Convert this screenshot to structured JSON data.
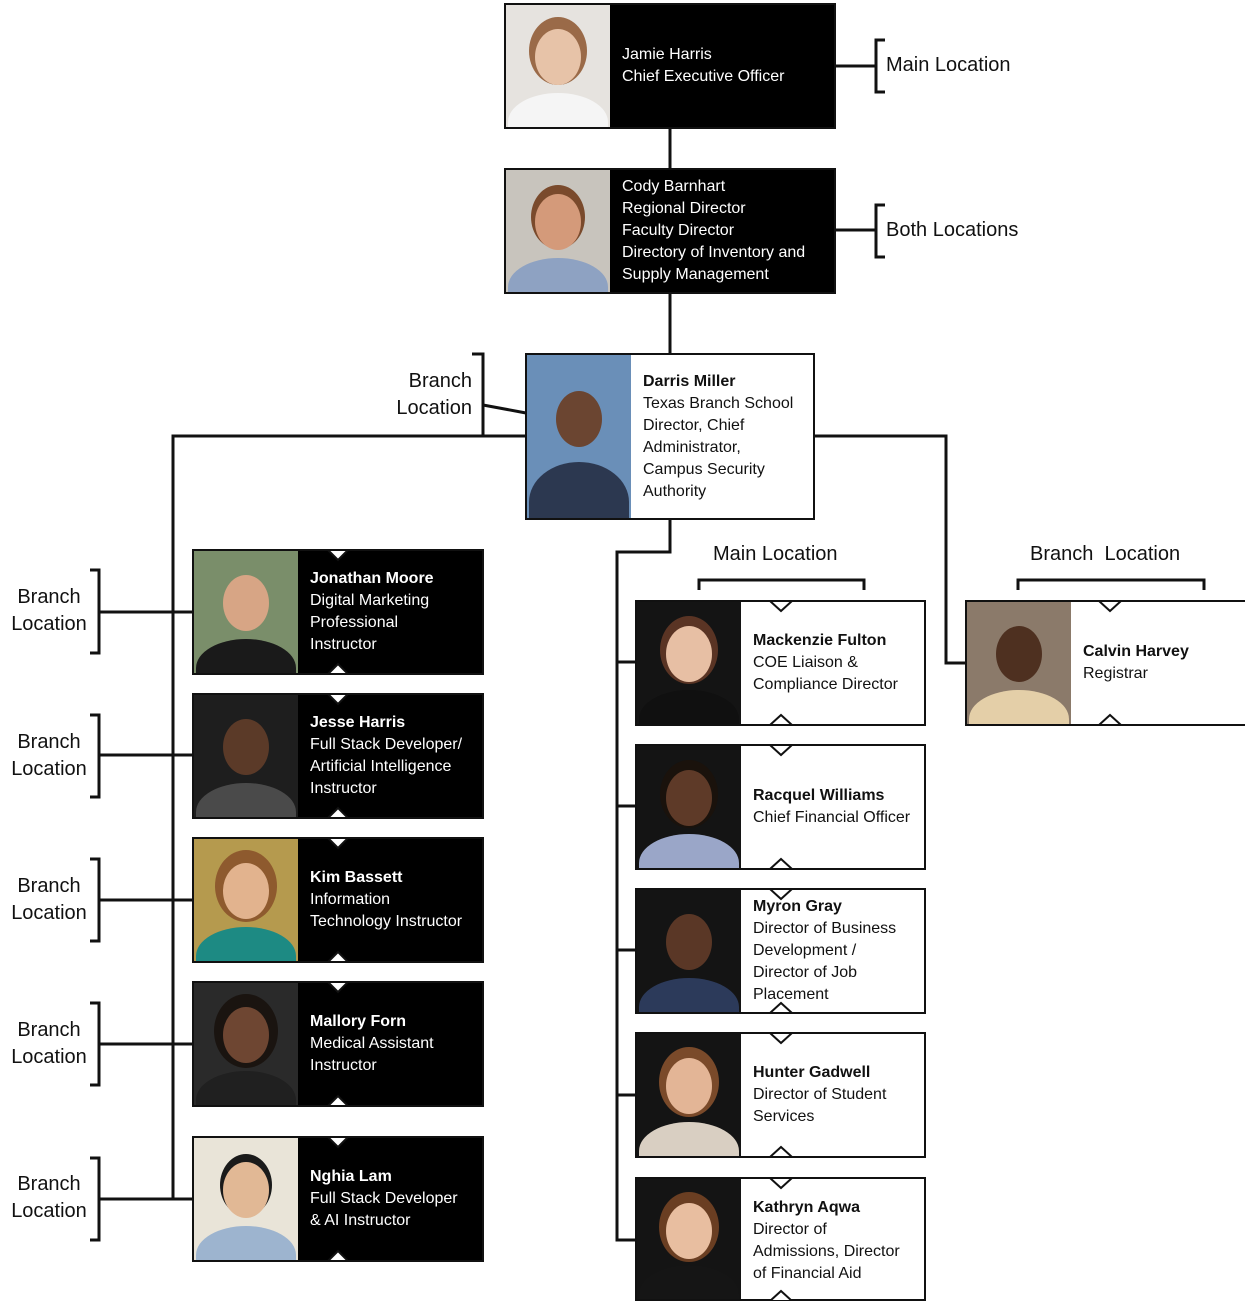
{
  "people": {
    "jamie": {
      "name": "Jamie Harris",
      "title": "Chief Executive Officer"
    },
    "cody": {
      "name": "Cody Barnhart",
      "title": "Regional Director\nFaculty Director\nDirectory of Inventory and\nSupply Management"
    },
    "darris": {
      "name": "Darris Miller",
      "title": "Texas Branch School\nDirector, Chief\nAdministrator,\nCampus Security\nAuthority"
    },
    "jonathan": {
      "name": "Jonathan Moore",
      "title": "Digital Marketing\nProfessional\nInstructor"
    },
    "jesse": {
      "name": "Jesse Harris",
      "title": "Full Stack Developer/\nArtificial Intelligence\nInstructor"
    },
    "kim": {
      "name": "Kim Bassett",
      "title": "Information\nTechnology Instructor"
    },
    "mallory": {
      "name": "Mallory Forn",
      "title": "Medical Assistant\nInstructor"
    },
    "nghia": {
      "name": "Nghia Lam",
      "title": "Full Stack Developer\n& AI Instructor"
    },
    "mackenzie": {
      "name": "Mackenzie Fulton",
      "title": "COE Liaison &\nCompliance Director"
    },
    "racquel": {
      "name": "Racquel Williams",
      "title": "Chief Financial Officer"
    },
    "myron": {
      "name": "Myron Gray",
      "title": "Director of Business\nDevelopment /\nDirector of Job\nPlacement"
    },
    "hunter": {
      "name": "Hunter Gadwell",
      "title": "Director of Student\nServices"
    },
    "kathryn": {
      "name": "Kathryn Aqwa",
      "title": "Director of\nAdmissions, Director\nof Financial Aid"
    },
    "calvin": {
      "name": "Calvin Harvey",
      "title": "Registrar"
    }
  },
  "labels": {
    "main_location": "Main Location",
    "both_locations": "Both Locations",
    "branch_location_2line": "Branch\nLocation",
    "main_location_group": "Main Location",
    "branch_location_group": "Branch  Location"
  }
}
